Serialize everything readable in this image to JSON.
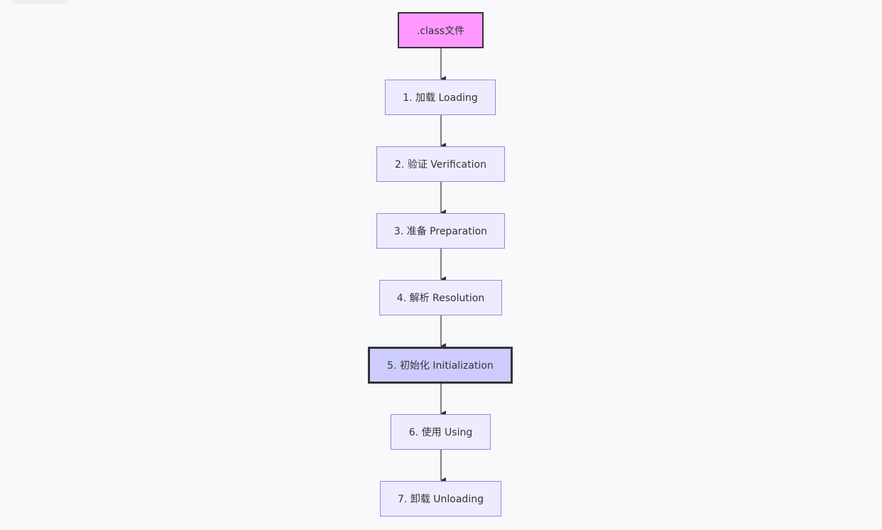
{
  "diagram": {
    "nodes": [
      {
        "id": "class-file",
        "label": ".class文件",
        "style": "source"
      },
      {
        "id": "loading",
        "label": "1. 加载 Loading",
        "style": "default"
      },
      {
        "id": "verification",
        "label": "2. 验证 Verification",
        "style": "default"
      },
      {
        "id": "preparation",
        "label": "3. 准备 Preparation",
        "style": "default"
      },
      {
        "id": "resolution",
        "label": "4. 解析 Resolution",
        "style": "default"
      },
      {
        "id": "initialization",
        "label": "5. 初始化 Initialization",
        "style": "highlight"
      },
      {
        "id": "using",
        "label": "6. 使用 Using",
        "style": "default"
      },
      {
        "id": "unloading",
        "label": "7. 卸载 Unloading",
        "style": "default"
      }
    ],
    "edges": [
      [
        "class-file",
        "loading"
      ],
      [
        "loading",
        "verification"
      ],
      [
        "verification",
        "preparation"
      ],
      [
        "preparation",
        "resolution"
      ],
      [
        "resolution",
        "initialization"
      ],
      [
        "initialization",
        "using"
      ],
      [
        "using",
        "unloading"
      ]
    ],
    "colors": {
      "background": "#f8f9fb",
      "node_fill": "#ececfe",
      "node_border": "#9b86dc",
      "source_fill": "#ff99ff",
      "highlight_fill": "#ccccff",
      "dark_border": "#333333",
      "edge": "#333333",
      "text": "#333333"
    }
  }
}
